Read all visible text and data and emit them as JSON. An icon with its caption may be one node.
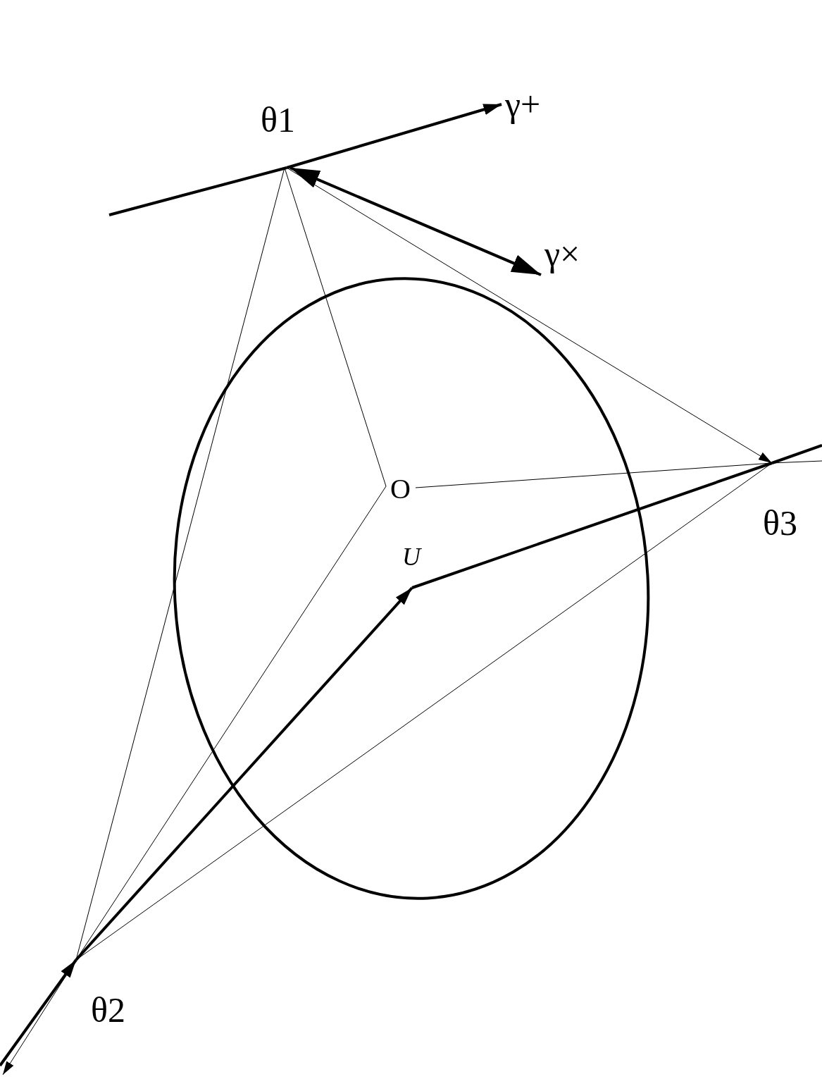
{
  "diagram": {
    "nodes": [
      {
        "text": [
          "θ1"
        ]
      },
      {
        "text": [
          "γ+"
        ]
      },
      {
        "text": [
          "γ×"
        ]
      },
      {
        "text": [
          "O"
        ]
      },
      {
        "text": [
          "U"
        ]
      },
      {
        "text": [
          "θ3"
        ]
      },
      {
        "text": [
          "θ2"
        ]
      }
    ],
    "edges": [
      {
        "from": null,
        "to": 0,
        "arrow": "none",
        "style": "thick"
      },
      {
        "from": 0,
        "to": 1,
        "arrow": "to",
        "style": "thick"
      },
      {
        "from": 0,
        "to": 2,
        "arrow": "both",
        "style": "thick"
      },
      {
        "from": 0,
        "to": 3,
        "arrow": "none"
      },
      {
        "from": 0,
        "to": 6,
        "arrow": "none"
      },
      {
        "from": 0,
        "to": 5,
        "arrow": "to"
      },
      {
        "from": 3,
        "to": 5,
        "arrow": "none"
      },
      {
        "from": 3,
        "to": 6,
        "arrow": "none"
      },
      {
        "from": 5,
        "to": 6,
        "arrow": "none"
      },
      {
        "from": 6,
        "to": null,
        "arrow": "to"
      },
      {
        "from": null,
        "to": 6,
        "arrow": "to",
        "style": "thick"
      },
      {
        "from": 6,
        "to": 4,
        "arrow": "to",
        "style": "thick"
      },
      {
        "from": 4,
        "to": 5,
        "arrow": "none",
        "style": "thick"
      }
    ]
  }
}
